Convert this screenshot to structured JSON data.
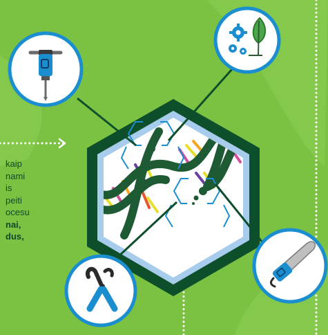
{
  "colors": {
    "background": "#7cc242",
    "dark_green": "#0d4f2a",
    "light_blue": "#a8cdec",
    "circle_stroke": "#1b8ed0",
    "dna_strand": "#1e5a34",
    "text": "#0f4a2a"
  },
  "icons": {
    "top_left": "jackhammer-icon",
    "top_right": "gears-and-leaf-icon",
    "bottom_left": "pliers-icon",
    "bottom_right": "chainsaw-icon"
  },
  "text_lines": [
    {
      "text": "kaip",
      "bold": false
    },
    {
      "text": "nami",
      "bold": false
    },
    {
      "text": "is",
      "bold": false
    },
    {
      "text": "peiti",
      "bold": false
    },
    {
      "text": "ocesu",
      "bold": false
    },
    {
      "text": "nai,",
      "bold": true
    },
    {
      "text": "dus,",
      "bold": true
    }
  ]
}
